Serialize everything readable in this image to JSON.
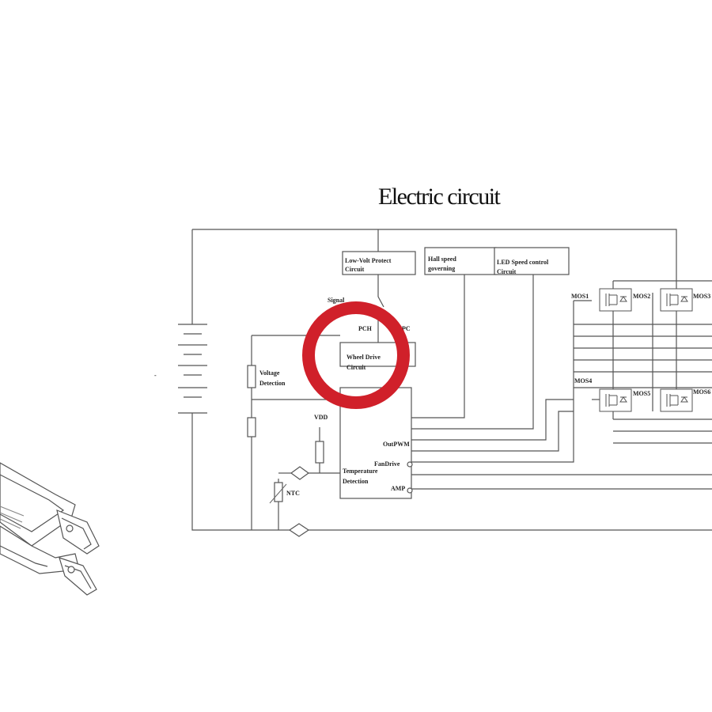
{
  "diagram": {
    "title": "Electric circuit",
    "battery_mark": "-",
    "blocks": {
      "low_volt_protect": [
        "Low-Volt Protect",
        "Circuit"
      ],
      "hall_speed": [
        "Hall speed",
        "governing"
      ],
      "led_speed": [
        "LED Speed control",
        "Circuit"
      ],
      "wheel_drive": [
        "Wheel Drive",
        "Circuit"
      ],
      "voltage_detection": [
        "Voltage",
        "Detection"
      ],
      "temperature_detection": [
        "Temperature",
        "Detection"
      ]
    },
    "labels": {
      "signal": "Signal",
      "pin_left": "PCH",
      "pin_right": "PC",
      "ntc": "NTC",
      "vdd": "VDD",
      "out_pwm": "OutPWM",
      "fan_drive": "FanDrive",
      "amp": "AMP",
      "mos_tl": "MOS1",
      "mos_tm": "MOS2",
      "mos_tr": "MOS3",
      "mos_ml": "MOS4",
      "mos_bm": "MOS5",
      "mos_br": "MOS6"
    },
    "highlight_color": "#d0202a"
  }
}
